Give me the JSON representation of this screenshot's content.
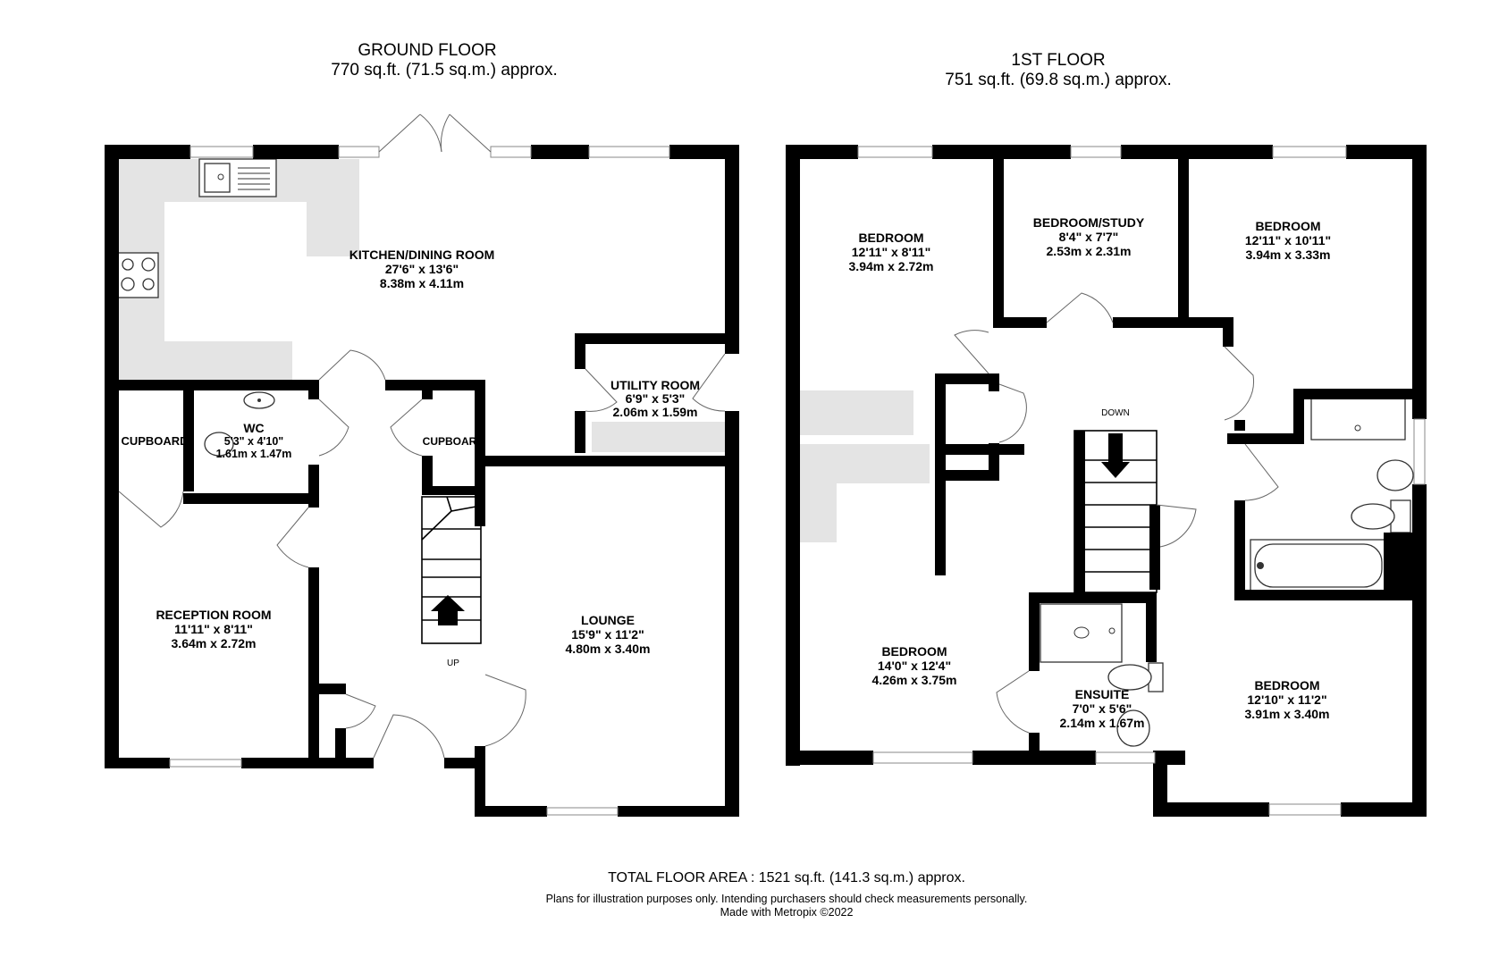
{
  "ground_floor": {
    "title": "GROUND FLOOR",
    "area": "770 sq.ft. (71.5 sq.m.) approx.",
    "rooms": {
      "kitchen": {
        "name": "KITCHEN/DINING ROOM",
        "imperial": "27'6\"  x 13'6\"",
        "metric": "8.38m  x 4.11m"
      },
      "utility": {
        "name": "UTILITY ROOM",
        "imperial": "6'9\"  x 5'3\"",
        "metric": "2.06m  x 1.59m"
      },
      "wc": {
        "name": "WC",
        "imperial": "5'3\"  x 4'10\"",
        "metric": "1.61m  x 1.47m"
      },
      "cupboard_left": {
        "name": "CUPBOARD"
      },
      "cupboard_right": {
        "name": "CUPBOAR"
      },
      "reception": {
        "name": "RECEPTION ROOM",
        "imperial": "11'11\"  x 8'11\"",
        "metric": "3.64m  x 2.72m"
      },
      "lounge": {
        "name": "LOUNGE",
        "imperial": "15'9\"  x 11'2\"",
        "metric": "4.80m  x 3.40m"
      }
    },
    "stairs_label": "UP"
  },
  "first_floor": {
    "title": "1ST FLOOR",
    "area": "751 sq.ft. (69.8 sq.m.) approx.",
    "rooms": {
      "bedroom_nw": {
        "name": "BEDROOM",
        "imperial": "12'11\"  x 8'11\"",
        "metric": "3.94m  x 2.72m"
      },
      "study": {
        "name": "BEDROOM/STUDY",
        "imperial": "8'4\"  x 7'7\"",
        "metric": "2.53m  x 2.31m"
      },
      "bedroom_ne": {
        "name": "BEDROOM",
        "imperial": "12'11\"  x 10'11\"",
        "metric": "3.94m  x 3.33m"
      },
      "bedroom_sw": {
        "name": "BEDROOM",
        "imperial": "14'0\"  x 12'4\"",
        "metric": "4.26m  x 3.75m"
      },
      "ensuite": {
        "name": "ENSUITE",
        "imperial": "7'0\"  x 5'6\"",
        "metric": "2.14m  x 1.67m"
      },
      "bedroom_se": {
        "name": "BEDROOM",
        "imperial": "12'10\"  x 11'2\"",
        "metric": "3.91m  x 3.40m"
      }
    },
    "stairs_label": "DOWN"
  },
  "footer": {
    "total": "TOTAL FLOOR AREA : 1521 sq.ft. (141.3 sq.m.) approx.",
    "disclaimer": "Plans for illustration purposes only. Intending purchasers should check measurements personally.",
    "credit": "Made with Metropix ©2022"
  }
}
